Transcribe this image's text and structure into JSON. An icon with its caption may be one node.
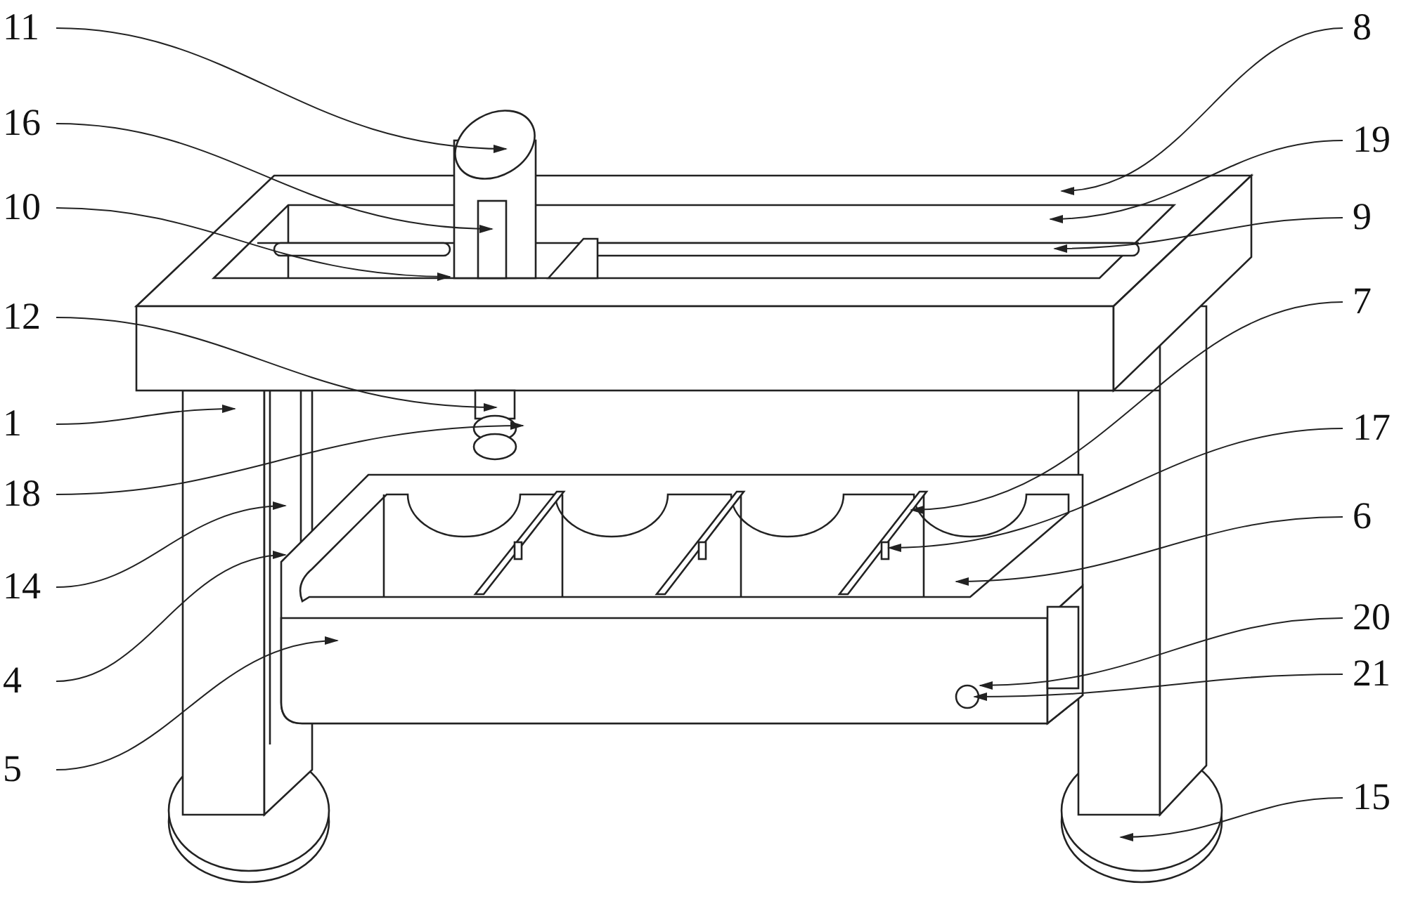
{
  "diagram": {
    "nodes": [
      {
        "text": [
          "11"
        ]
      },
      {
        "text": [
          "16"
        ]
      },
      {
        "text": [
          "10"
        ]
      },
      {
        "text": [
          "12"
        ]
      },
      {
        "text": [
          "1"
        ]
      },
      {
        "text": [
          "18"
        ]
      },
      {
        "text": [
          "14"
        ]
      },
      {
        "text": [
          "4"
        ]
      },
      {
        "text": [
          "5"
        ]
      },
      {
        "text": [
          "8"
        ]
      },
      {
        "text": [
          "19"
        ]
      },
      {
        "text": [
          "9"
        ]
      },
      {
        "text": [
          "7"
        ]
      },
      {
        "text": [
          "17"
        ]
      },
      {
        "text": [
          "6"
        ]
      },
      {
        "text": [
          "20"
        ]
      },
      {
        "text": [
          "21"
        ]
      },
      {
        "text": [
          "15"
        ]
      }
    ],
    "edges": [
      {
        "from": 0,
        "to": null,
        "arrow": "to"
      },
      {
        "from": 1,
        "to": null,
        "arrow": "to"
      },
      {
        "from": 2,
        "to": null,
        "arrow": "to"
      },
      {
        "from": 3,
        "to": null,
        "arrow": "to"
      },
      {
        "from": 4,
        "to": null,
        "arrow": "to"
      },
      {
        "from": 5,
        "to": null,
        "arrow": "to"
      },
      {
        "from": 6,
        "to": null,
        "arrow": "to"
      },
      {
        "from": 7,
        "to": null,
        "arrow": "to"
      },
      {
        "from": 8,
        "to": null,
        "arrow": "to"
      },
      {
        "from": 9,
        "to": null,
        "arrow": "to"
      },
      {
        "from": 10,
        "to": null,
        "arrow": "to"
      },
      {
        "from": 11,
        "to": null,
        "arrow": "to"
      },
      {
        "from": 12,
        "to": null,
        "arrow": "to"
      },
      {
        "from": 13,
        "to": null,
        "arrow": "to"
      },
      {
        "from": 14,
        "to": null,
        "arrow": "to"
      },
      {
        "from": 15,
        "to": null,
        "arrow": "to"
      },
      {
        "from": 16,
        "to": null,
        "arrow": "to"
      },
      {
        "from": 17,
        "to": null,
        "arrow": "to"
      }
    ]
  }
}
